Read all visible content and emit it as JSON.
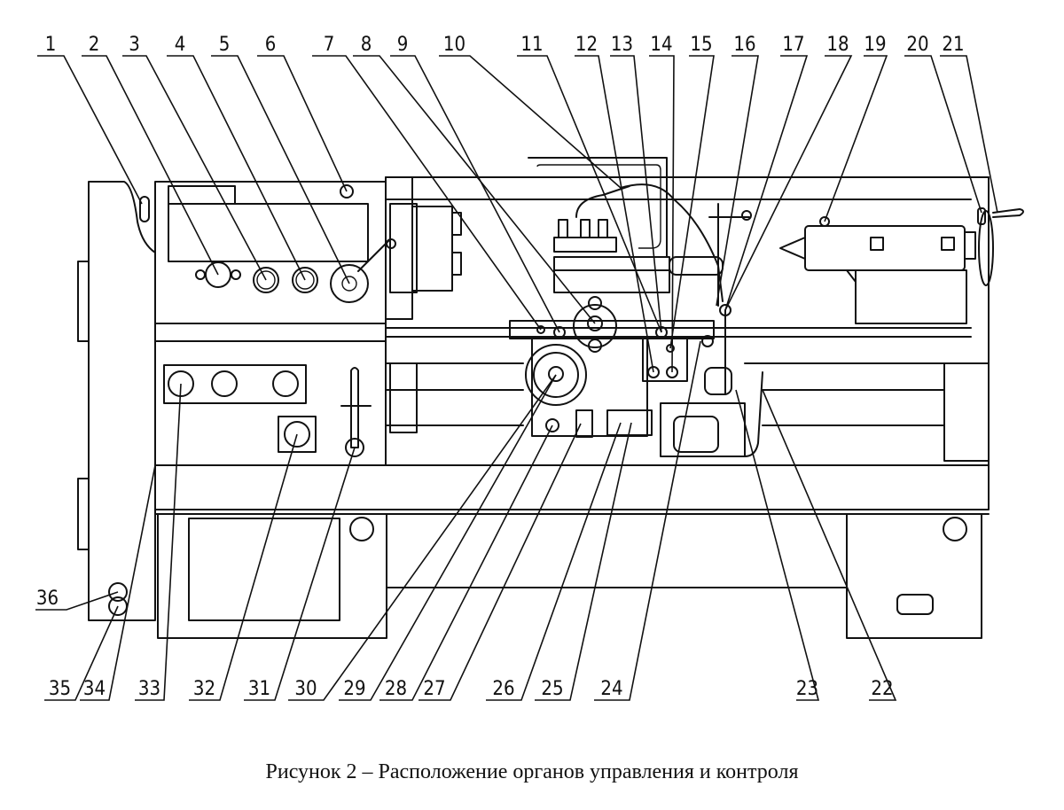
{
  "caption": "Рисунок 2 – Расположение органов управления и контроля",
  "diagram": {
    "subject": "lathe",
    "callouts_top": [
      "1",
      "2",
      "3",
      "4",
      "5",
      "6",
      "7",
      "8",
      "9",
      "10",
      "11",
      "12",
      "13",
      "14",
      "15",
      "16",
      "17",
      "18",
      "19",
      "20",
      "21"
    ],
    "callouts_bottom": [
      "35",
      "34",
      "33",
      "32",
      "31",
      "30",
      "29",
      "28",
      "27",
      "26",
      "25",
      "24",
      "23",
      "22"
    ],
    "callouts_left": [
      "36"
    ]
  }
}
